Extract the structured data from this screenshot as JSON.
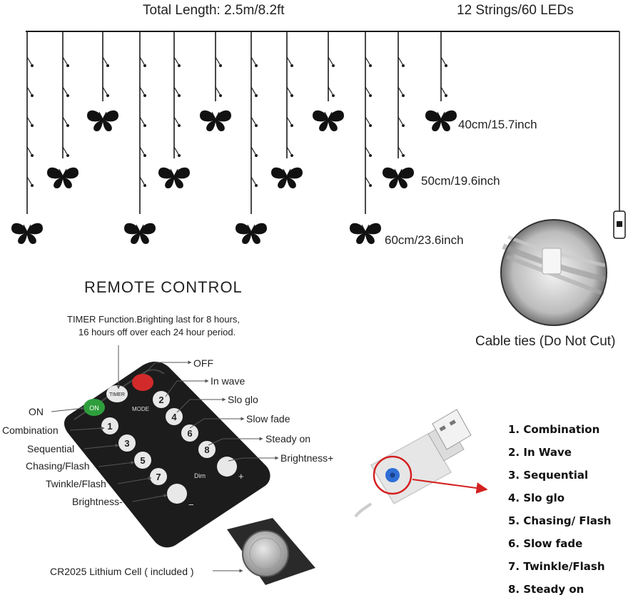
{
  "header": {
    "total_length": "Total Length: 2.5m/8.2ft",
    "strings": "12 Strings/60 LEDs"
  },
  "lengths": [
    "40cm/15.7inch",
    "50cm/19.6inch",
    "60cm/23.6inch"
  ],
  "cable_ties": "Cable ties (Do Not Cut)",
  "remote": {
    "title": "REMOTE CONTROL",
    "timer_note_line1": "TIMER Function.Brighting last for 8 hours,",
    "timer_note_line2": "16 hours off over each 24 hour period.",
    "right_labels": [
      "OFF",
      "In wave",
      "Slo glo",
      "Slow fade",
      "Steady on",
      "Brightness+"
    ],
    "left_labels": [
      "ON",
      "Combination",
      "Sequential",
      "Chasing/Flash",
      "Twinkle/Flash",
      "Brightness-"
    ],
    "battery": "CR2025 Lithium Cell ( included )",
    "button_texts": {
      "on": "ON",
      "timer": "TIMER",
      "mode": "MODE",
      "dim": "Dim",
      "plus": "+",
      "minus": "−",
      "numbers": [
        "1",
        "2",
        "3",
        "4",
        "5",
        "6",
        "7",
        "8"
      ]
    }
  },
  "modes": [
    "1. Combination",
    "2. In Wave",
    "3. Sequential",
    "4. Slo glo",
    "5. Chasing/ Flash",
    "6. Slow fade",
    "7. Twinkle/Flash",
    "8. Steady on"
  ],
  "colors": {
    "wire": "#1a1a1a",
    "butterfly": "#111111",
    "on_button": "#2e9e3c",
    "off_button": "#d22a2a",
    "remote_body": "#1c1c1c",
    "usb_button": "#2f6fd6",
    "arrow": "#d42020"
  }
}
